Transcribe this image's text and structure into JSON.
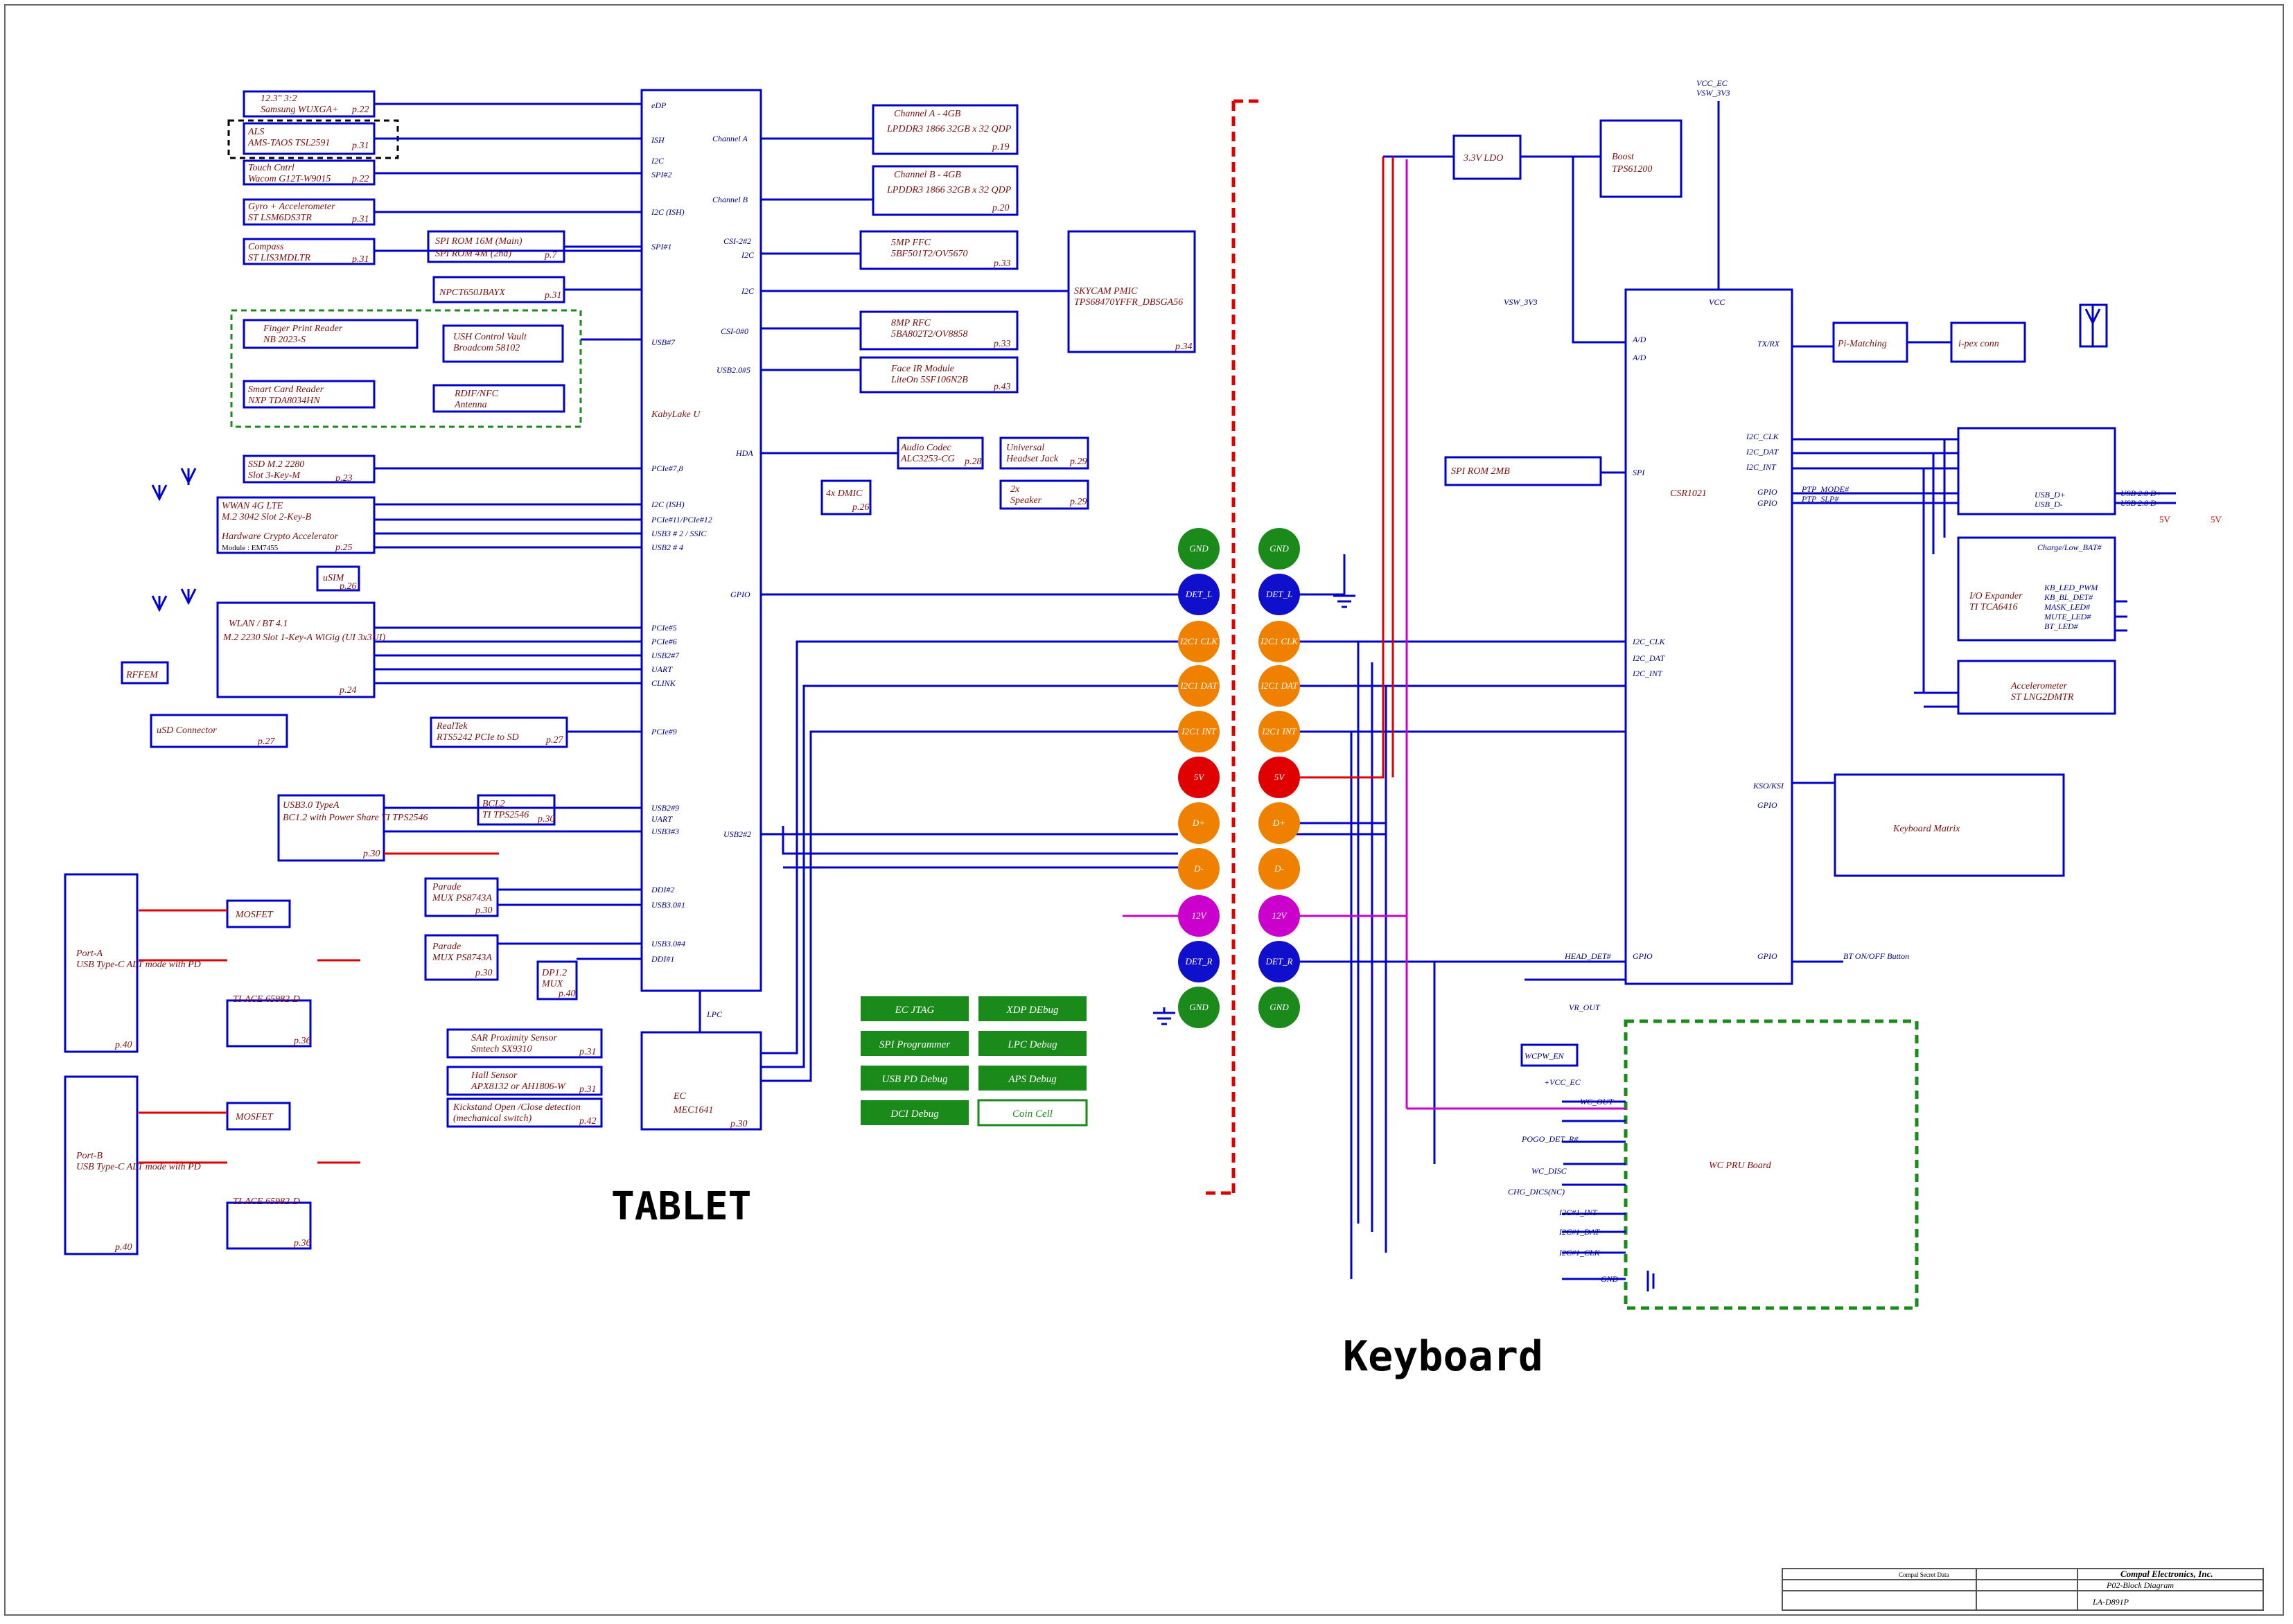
{
  "tablet": {
    "soc_label": "KabyLake U",
    "soc_pins": [
      "eDP",
      "ISH",
      "I2C",
      "SPI#2",
      "I2C (ISH)",
      "SPI#1",
      "USB#7",
      "PCIe#7,8",
      "I2C (ISH)",
      "PCIe#11/PCIe#12",
      "USB3 # 2 / SSIC",
      "USB2 # 4",
      "PCIe#5",
      "PCIe#6",
      "USB2#7",
      "UART",
      "CLINK",
      "PCIe#9",
      "USB2#9",
      "UART",
      "USB3#3",
      "DDI#2",
      "USB3.0#1",
      "USB3.0#4",
      "DDI#1",
      "Channel A",
      "Channel B",
      "CSI-2#2",
      "I2C",
      "I2C",
      "CSI-0#0",
      "USB2.0#5",
      "HDA",
      "GPIO",
      "USB2#2",
      "LPC"
    ],
    "left_blocks": [
      {
        "title": "12.3\" 3:2",
        "sub": "Samsung WUXGA+",
        "page": "p.22"
      },
      {
        "title": "ALS",
        "sub": "AMS-TAOS TSL2591",
        "page": "p.31"
      },
      {
        "title": "Touch Cntrl",
        "sub": "Wacom G12T-W9015",
        "page": "p.22"
      },
      {
        "title": "Gyro + Accelerometer",
        "sub": "ST LSM6DS3TR",
        "page": "p.31"
      },
      {
        "title": "Compass",
        "sub": "ST LIS3MDLTR",
        "page": "p.31"
      },
      {
        "title": "SPI ROM 16M (Main)",
        "sub": "SPI ROM 4M (2nd)",
        "page": "p.7"
      },
      {
        "title": "NPCT650JBAYX",
        "sub": "",
        "page": "p.31"
      },
      {
        "title": "Finger Print Reader",
        "sub": "NB 2023-S",
        "page": ""
      },
      {
        "title": "USH Control Vault",
        "sub": "Broadcom 58102",
        "page": ""
      },
      {
        "title": "Smart Card Reader",
        "sub": "NXP TDA8034HN",
        "page": ""
      },
      {
        "title": "RDIF/NFC",
        "sub": "Antenna",
        "page": ""
      },
      {
        "title": "SSD M.2 2280",
        "sub": "Slot 3-Key-M",
        "page": "p.23"
      },
      {
        "title": "WWAN 4G LTE",
        "sub": "M.2 3042 Slot 2-Key-B",
        "page": ""
      },
      {
        "title": "Hardware Crypto Accelerator",
        "sub": "Module : EM7455",
        "page": "p.25"
      },
      {
        "title": "uSIM",
        "sub": "",
        "page": "p.26"
      },
      {
        "title": "WLAN / BT 4.1",
        "sub": "M.2 2230 Slot 1-Key-A WiGig (UI 3x3UI)",
        "page": "p.24"
      },
      {
        "title": "RFFEM",
        "sub": "",
        "page": ""
      },
      {
        "title": "uSD Connector",
        "sub": "",
        "page": "p.27"
      },
      {
        "title": "RealTek",
        "sub": "RTS5242 PCIe to SD",
        "page": "p.27"
      },
      {
        "title": "USB3.0 TypeA",
        "sub": "BC1.2 with Power Share TI TPS2546",
        "page": "p.30"
      },
      {
        "title": "BCL2",
        "sub": "TI TPS2546",
        "page": "p.30"
      },
      {
        "title": "Parade",
        "sub": "MUX PS8743A",
        "page": "p.30"
      },
      {
        "title": "Parade",
        "sub": "MUX PS8743A",
        "page": "p.30"
      },
      {
        "title": "DP1.2",
        "sub": "MUX",
        "page": "p.40"
      },
      {
        "title": "Port-A",
        "sub": "USB Type-C ALT mode with PD",
        "page": "p.40"
      },
      {
        "title": "Port-B",
        "sub": "USB Type-C ALT mode with PD",
        "page": "p.40"
      },
      {
        "title": "MOSFET",
        "sub": "",
        "page": ""
      },
      {
        "title": "TI-ACE 65982-D",
        "sub": "",
        "page": "p.36"
      },
      {
        "title": "SAR Proximity Sensor",
        "sub": "Smtech SX9310",
        "page": "p.31"
      },
      {
        "title": "Hall Sensor",
        "sub": "APX8132 or AH1806-W",
        "page": "p.31"
      },
      {
        "title": "Kickstand Open /Close detection",
        "sub": "(mechanical switch)",
        "page": "p.42"
      },
      {
        "title": "EC",
        "sub": "MEC1641",
        "page": "p.30"
      }
    ],
    "right_blocks": [
      {
        "title": "Channel A - 4GB",
        "sub": "LPDDR3 1866 32GB x 32 QDP",
        "page": "p.19"
      },
      {
        "title": "Channel B - 4GB",
        "sub": "LPDDR3 1866 32GB x 32 QDP",
        "page": "p.20"
      },
      {
        "title": "5MP FFC",
        "sub": "5BF501T2/OV5670",
        "page": "p.33"
      },
      {
        "title": "SKYCAM PMIC",
        "sub": "TPS68470YFFR_DBSGA56",
        "page": "p.34"
      },
      {
        "title": "8MP RFC",
        "sub": "5BA802T2/OV8858",
        "page": "p.33"
      },
      {
        "title": "Face IR Module",
        "sub": "LiteOn 5SF106N2B",
        "page": "p.43"
      },
      {
        "title": "Audio Codec",
        "sub": "ALC3253-CG",
        "page": "p.28"
      },
      {
        "title": "Universal",
        "sub": "Headset Jack",
        "page": "p.29"
      },
      {
        "title": "2x",
        "sub": "Speaker",
        "page": "p.29"
      },
      {
        "title": "4x DMIC",
        "sub": "",
        "page": "p.26"
      }
    ],
    "debug": [
      "EC JTAG",
      "XDP DEbug",
      "SPI Programmer",
      "LPC Debug",
      "USB PD Debug",
      "APS Debug",
      "DCI Debug",
      "Coin Cell"
    ],
    "title": "TABLET"
  },
  "connector_pins": [
    "GND",
    "DET_L",
    "I2C1 CLK",
    "I2C1 DAT",
    "I2C1 INT",
    "5V",
    "D+",
    "D-",
    "12V",
    "DET_R",
    "GND"
  ],
  "keyboard": {
    "title": "Keyboard",
    "csr_label": "CSR1021",
    "csr_left_pins": [
      "A/D",
      "A/D",
      "SPI",
      "I2C_CLK",
      "I2C_DAT",
      "I2C_INT",
      "GPIO"
    ],
    "csr_right_pins": [
      "TX/RX",
      "I2C_CLK",
      "I2C_DAT",
      "I2C_INT",
      "GPIO",
      "GPIO",
      "KSO/KSI",
      "GPIO",
      "GPIO"
    ],
    "blocks": [
      {
        "title": "3.3V LDO"
      },
      {
        "title": "Boost",
        "sub": "TPS61200"
      },
      {
        "title": "SPI ROM 2MB"
      },
      {
        "title": "Pi-Matching"
      },
      {
        "title": "i-pex conn"
      },
      {
        "title": "I/O Expander",
        "sub": "TI TCA6416"
      },
      {
        "title": "Accelerometer",
        "sub": "ST LNG2DMTR"
      },
      {
        "title": "Keyboard Matrix"
      },
      {
        "title": "WC PRU Board"
      }
    ],
    "wc_pins": [
      "VR_OUT",
      "WCPW_EN",
      "+VCC_EC",
      "WC_OUT",
      "POGO_DET_R#",
      "WC_DISC",
      "CHG_DICS(NC)",
      "I2C#1_INT",
      "I2C#1_DAT",
      "I2C#1_CLK",
      "GND"
    ],
    "misc_labels": [
      "VCC_EC",
      "VSW_3V3",
      "VSW_3V3",
      "VCC",
      "PTP_MODE#",
      "PTP_SLP#",
      "USB 2.0 D+",
      "USB 2.0 D-",
      "Charge/Low_BAT#",
      "KB_LED_PWM",
      "KB_BL_DET#",
      "MASK_LED#",
      "MUTE_LED#",
      "BT_LED#",
      "BT ON/OFF Button",
      "HEAD_DET#",
      "5V",
      "5V",
      "USB_D+",
      "USB_D-"
    ]
  },
  "title_block": {
    "company": "Compal Electronics, Inc.",
    "doc_title": "P02-Block Diagram",
    "model": "LA-D891P",
    "confidential": "Compal Secret Data"
  },
  "colors": {
    "line": "#0000cc",
    "text": "#7a1010",
    "red": "#e00000",
    "magenta": "#cc00cc",
    "green": "#1a8a1a",
    "orange": "#f08000",
    "blue_pin": "#1010cc"
  }
}
